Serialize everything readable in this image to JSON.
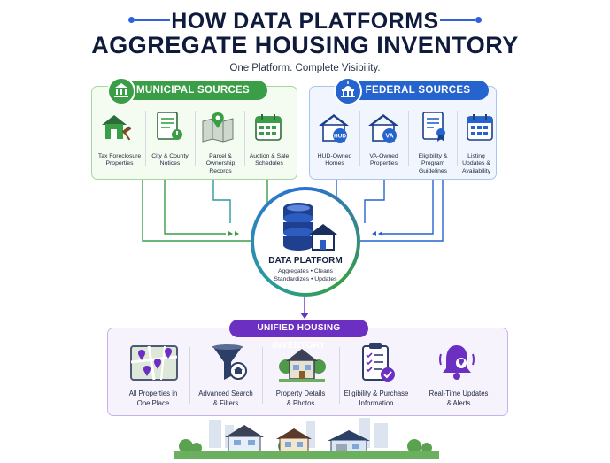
{
  "header": {
    "title_line1": "HOW DATA PLATFORMS",
    "title_line2": "AGGREGATE HOUSING INVENTORY",
    "subtitle": "One Platform. Complete Visibility."
  },
  "municipal": {
    "title": "MUNICIPAL SOURCES",
    "items": [
      {
        "label1": "Tax Foreclosure",
        "label2": "Properties",
        "icon": "house-gavel-icon"
      },
      {
        "label1": "City & County",
        "label2": "Notices",
        "icon": "document-notice-icon"
      },
      {
        "label1": "Parcel & Ownership",
        "label2": "Records",
        "icon": "map-pin-icon"
      },
      {
        "label1": "Auction & Sale",
        "label2": "Schedules",
        "icon": "calendar-icon"
      }
    ]
  },
  "federal": {
    "title": "FEDERAL SOURCES",
    "items": [
      {
        "label1": "HUD-Owned",
        "label2": "Homes",
        "icon": "hud-house-icon",
        "badge": "HUD"
      },
      {
        "label1": "VA-Owned",
        "label2": "Properties",
        "icon": "va-house-icon",
        "badge": "VA"
      },
      {
        "label1": "Eligibility & Program",
        "label2": "Guidelines",
        "icon": "certificate-icon"
      },
      {
        "label1": "Listing Updates &",
        "label2": "Availability",
        "icon": "calendar-grid-icon"
      }
    ]
  },
  "platform": {
    "title": "DATA PLATFORM",
    "line1": "Aggregates • Cleans",
    "line2": "Standardizes • Updates"
  },
  "unified": {
    "title": "UNIFIED HOUSING INVENTORY",
    "items": [
      {
        "label1": "All Properties in",
        "label2": "One Place",
        "icon": "map-icon"
      },
      {
        "label1": "Advanced Search",
        "label2": "& Filters",
        "icon": "funnel-icon"
      },
      {
        "label1": "Property Details",
        "label2": "& Photos",
        "icon": "house-photo-icon"
      },
      {
        "label1": "Eligibility & Purchase",
        "label2": "Information",
        "icon": "clipboard-check-icon"
      },
      {
        "label1": "Real-Time Updates",
        "label2": "& Alerts",
        "icon": "bell-icon"
      }
    ]
  },
  "colors": {
    "municipal": "#3a9e46",
    "federal": "#2563cf",
    "unified": "#6b2fc1",
    "title": "#0f1b3d"
  }
}
